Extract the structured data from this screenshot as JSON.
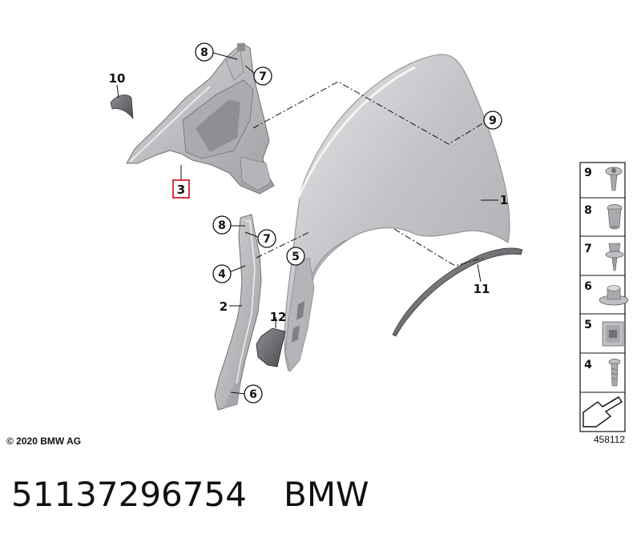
{
  "callouts": {
    "c8_top": "8",
    "c7_top": "7",
    "c10": "10",
    "c9_main": "9",
    "c3": "3",
    "c1": "1",
    "c8_mid": "8",
    "c7_mid": "7",
    "c5_mid": "5",
    "c4_mid": "4",
    "c2": "2",
    "c12": "12",
    "c11": "11",
    "c6_mid": "6"
  },
  "legend": {
    "items": [
      "9",
      "8",
      "7",
      "6",
      "5",
      "4"
    ]
  },
  "copyright": "© 2020 BMW AG",
  "diagram_number": "458112",
  "part_number": "51137296754",
  "brand": "BMW",
  "colors": {
    "part_fill": "#c4c5c7",
    "part_dark": "#9fa1a4",
    "highlight": "#d0021b",
    "line": "#111111"
  }
}
